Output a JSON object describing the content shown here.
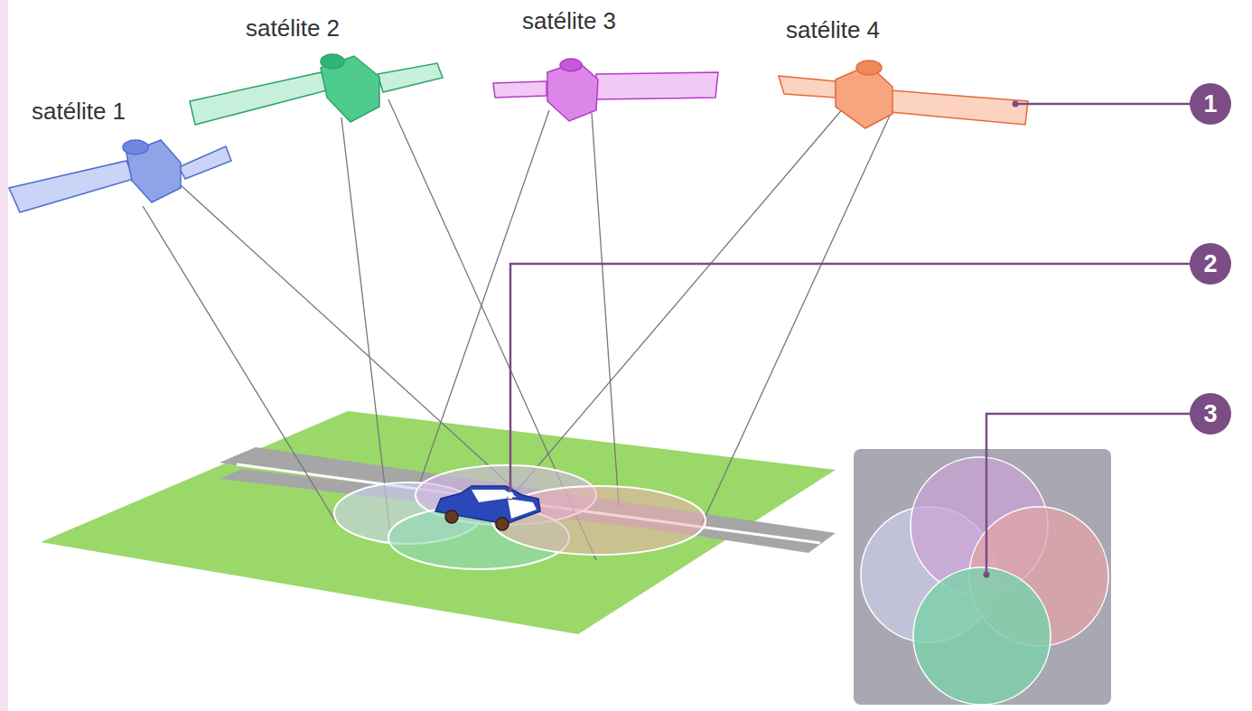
{
  "diagram": {
    "labels": [
      "satélite 1",
      "satélite 2",
      "satélite 3",
      "satélite 4",
      "1",
      "2",
      "3"
    ]
  }
}
